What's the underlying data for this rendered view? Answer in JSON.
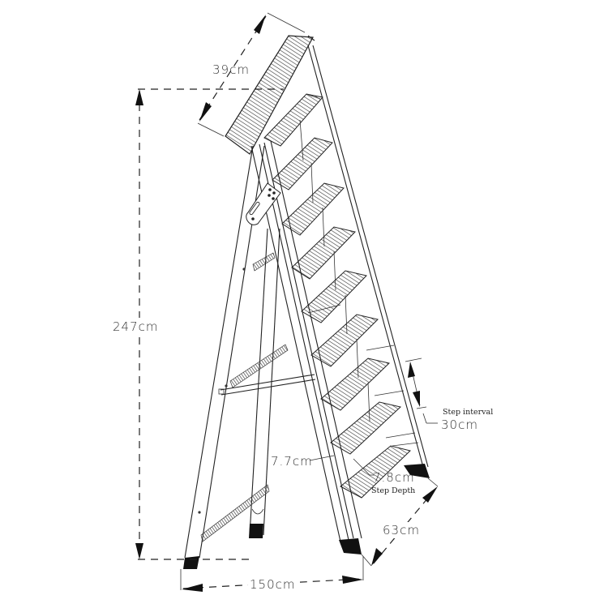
{
  "diagram": {
    "subject": "step ladder dimension drawing",
    "dimensions": {
      "top_platform_depth": "39cm",
      "total_height": "247cm",
      "step_interval_value": "30cm",
      "step_interval_note": "Step interval",
      "rail_width": "7.7cm",
      "step_depth_value": "7.8cm",
      "step_depth_note": "Step Depth",
      "base_depth": "63cm",
      "base_width": "150cm"
    },
    "steps_count": 9,
    "colors": {
      "line": "#222222",
      "background": "#ffffff",
      "feet": "#111111"
    }
  }
}
